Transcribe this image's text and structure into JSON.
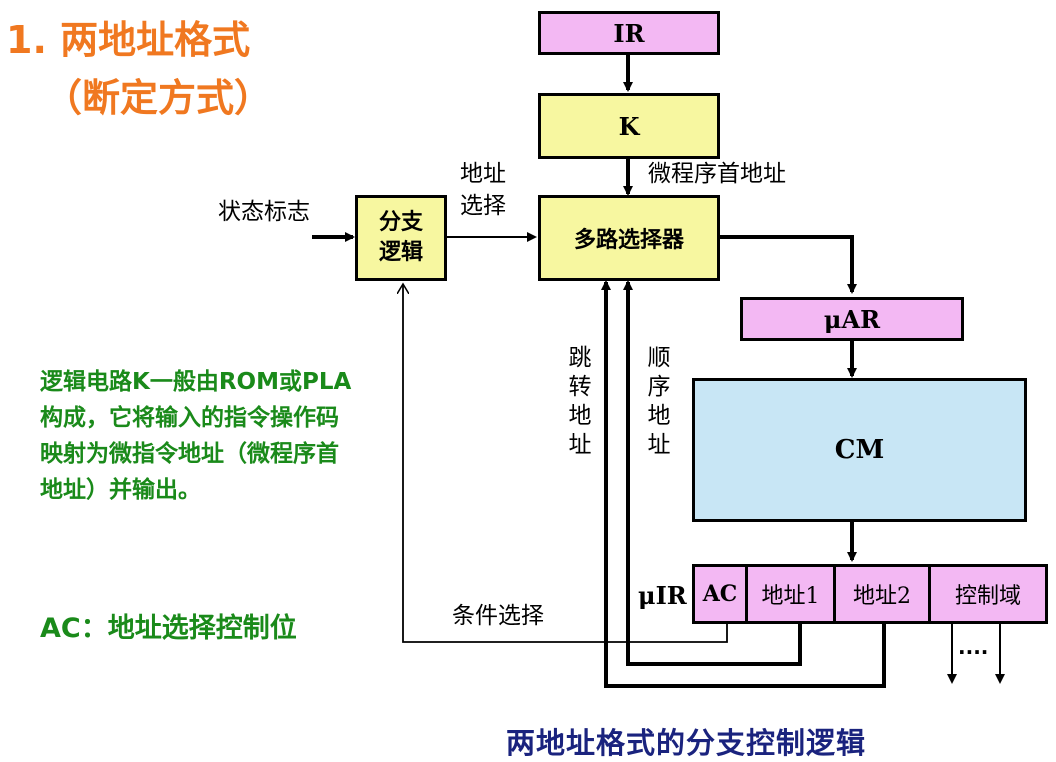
{
  "title": {
    "line1": "1. 两地址格式",
    "line2": "（断定方式）"
  },
  "boxes": {
    "ir": "IR",
    "k": "K",
    "branch_logic_line1": "分支",
    "branch_logic_line2": "逻辑",
    "mux": "多路选择器",
    "uar": "μAR",
    "cm": "CM",
    "uir_label": "μIR",
    "field_ac": "AC",
    "field_addr1": "地址1",
    "field_addr2": "地址2",
    "field_control": "控制域"
  },
  "labels": {
    "status_flags": "状态标志",
    "addr_select_line1": "地址",
    "addr_select_line2": "选择",
    "micro_entry": "微程序首地址",
    "jump_addr": "跳转地址",
    "seq_addr": "顺序地址",
    "cond_select": "条件选择",
    "dots": "····"
  },
  "note": "逻辑电路K一般由ROM或PLA构成，它将输入的指令操作码映射为微指令地址（微程序首地址）并输出。",
  "ac_note": "AC：地址选择控制位",
  "caption": "两地址格式的分支控制逻辑",
  "colors": {
    "title": "#f07820",
    "note": "#1a8a1a",
    "caption": "#1a237e",
    "pink": "#f3b8f3",
    "yellow": "#f7f7a0",
    "cyan": "#c8e6f5"
  }
}
